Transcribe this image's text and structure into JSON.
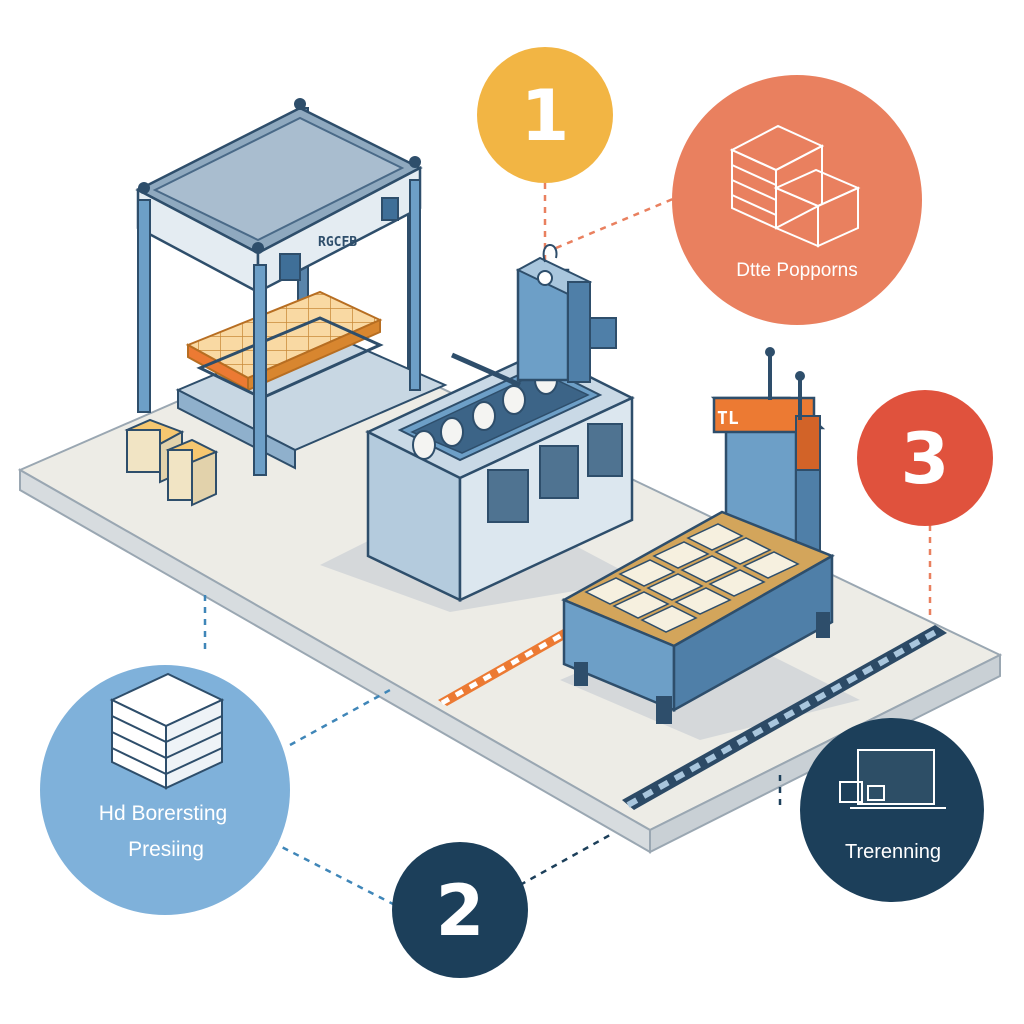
{
  "badges": {
    "one": "1",
    "two": "2",
    "three": "3"
  },
  "callouts": {
    "data_proportions": "Dtte Popporns",
    "board_pressing_line1": "Hd Borersting",
    "board_pressing_line2": "Presiing",
    "training": "Trerenning"
  },
  "machine_labels": {
    "press_plate": "RGCFB",
    "cutter_tag": "TL"
  },
  "colors": {
    "badge_one": "#F2B544",
    "badge_two": "#1C3F5A",
    "badge_three": "#E0523D",
    "callout_top": "#E9805F",
    "callout_left": "#7FB1DA",
    "callout_right": "#1C3F5A",
    "machine_blue": "#6D9FC7",
    "machine_dark": "#34536F",
    "accent_orange": "#EC7A33",
    "floor": "#EDECE6"
  }
}
